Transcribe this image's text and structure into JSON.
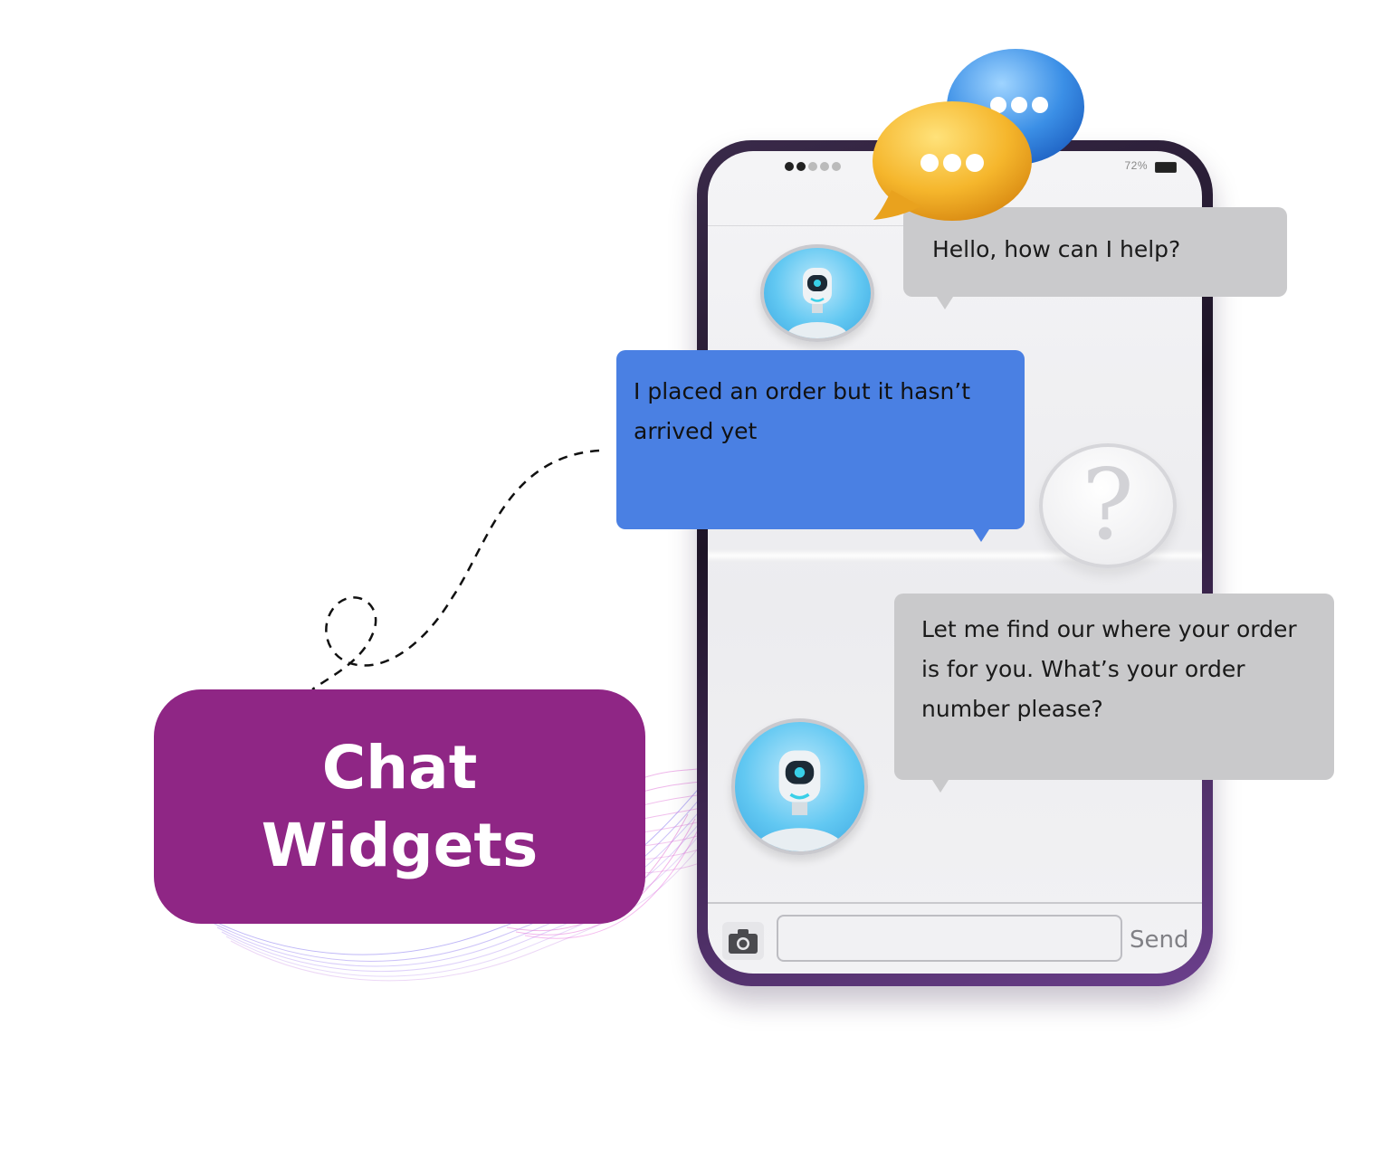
{
  "title_badge": {
    "text": "Chat\nWidgets"
  },
  "status_bar": {
    "battery": "72%"
  },
  "messages": [
    {
      "sender": "bot",
      "text": "Hello, how can I help?"
    },
    {
      "sender": "user",
      "text": "I placed an order but it hasn’t arrived yet"
    },
    {
      "sender": "bot",
      "text": "Let me find our where your order is for you. What’s your order number please?"
    }
  ],
  "composer": {
    "value": "",
    "send_label": "Send"
  },
  "icons": {
    "camera": "camera-icon",
    "question": "question-mark-icon",
    "speech_blue": "speech-bubble-icon",
    "speech_yellow": "speech-bubble-icon",
    "avatar": "robot-icon"
  },
  "colors": {
    "badge": "#8f2685",
    "user_bubble": "#4a80e3",
    "bot_bubble": "#cacacc",
    "speech_blue": "#3b8fe6",
    "speech_yellow": "#f5b62c"
  }
}
